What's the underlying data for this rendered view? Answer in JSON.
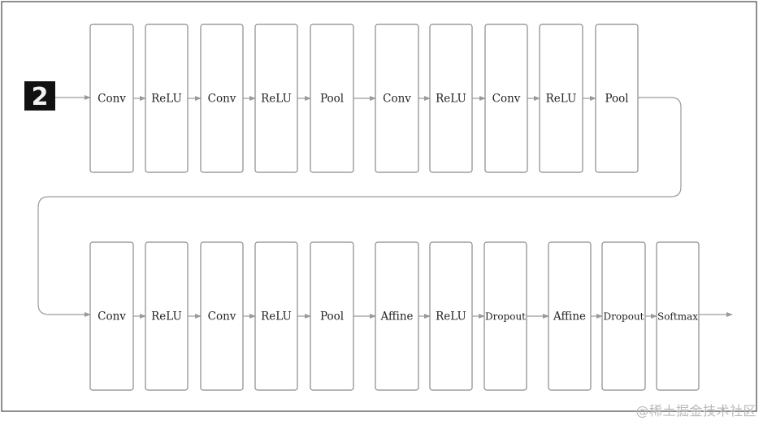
{
  "input_digit": "2",
  "rows": [
    {
      "layers": [
        "Conv",
        "ReLU",
        "Conv",
        "ReLU",
        "Pool",
        "Conv",
        "ReLU",
        "Conv",
        "ReLU",
        "Pool"
      ]
    },
    {
      "layers": [
        "Conv",
        "ReLU",
        "Conv",
        "ReLU",
        "Pool",
        "Affine",
        "ReLU",
        "Dropout",
        "Affine",
        "Dropout",
        "Softmax"
      ]
    }
  ],
  "watermark": "@稀土掘金技术社区"
}
